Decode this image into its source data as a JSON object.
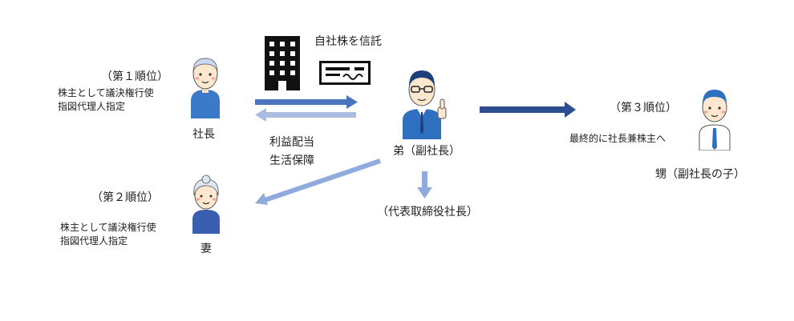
{
  "president": {
    "rank": "（第１順位）",
    "role_line1": "株主として議決権行使",
    "role_line2": "指図代理人指定",
    "name": "社長"
  },
  "wife": {
    "rank": "（第２順位）",
    "role_line1": "株主として議決権行使",
    "role_line2": "指図代理人指定",
    "name": "妻"
  },
  "brother": {
    "name": "弟（副社長）",
    "future_role": "（代表取締役社長）"
  },
  "nephew": {
    "rank": "（第３順位）",
    "note": "最終的に社長兼株主へ",
    "name": "甥（副社長の子）"
  },
  "trust": {
    "label": "自社株を信託",
    "return_line1": "利益配当",
    "return_line2": "生活保障"
  },
  "colors": {
    "arrow_dark": "#2e4f8f",
    "arrow_mid": "#4a73c0",
    "arrow_light": "#a9bde3",
    "arrow_pale": "#8faadc",
    "figure_blue": "#3b79c9"
  }
}
